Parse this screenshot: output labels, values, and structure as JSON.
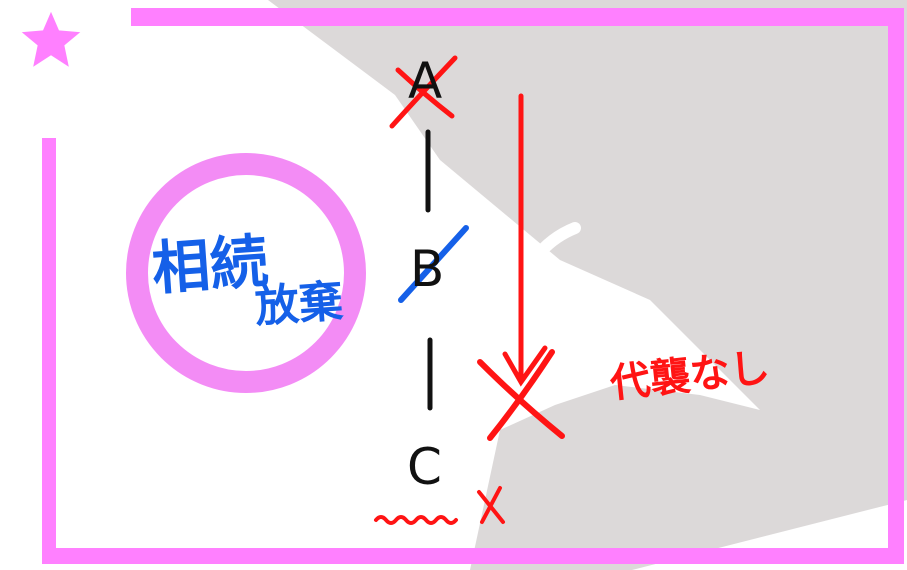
{
  "diagram": {
    "nodes": [
      {
        "id": "A",
        "label": "A",
        "crossed": true,
        "cross_color": "#ff1414"
      },
      {
        "id": "B",
        "label": "B",
        "crossed": true,
        "cross_color": "#1560e8"
      },
      {
        "id": "C",
        "label": "C",
        "crossed": false
      }
    ],
    "edges": [
      {
        "from": "A",
        "to": "B"
      },
      {
        "from": "B",
        "to": "C"
      }
    ],
    "blue_note": {
      "line1": "相続",
      "line2": "放棄"
    },
    "red_note": "代襲なし"
  },
  "colors": {
    "frame": "#ff80ff",
    "circle": "#f38cf5",
    "blue_ink": "#1560e8",
    "red_ink": "#ff1414",
    "black_ink": "#111111",
    "shadow": "#d4d0d0"
  },
  "icons": {
    "corner": "star-icon",
    "arrow": "arrow-down-icon"
  }
}
